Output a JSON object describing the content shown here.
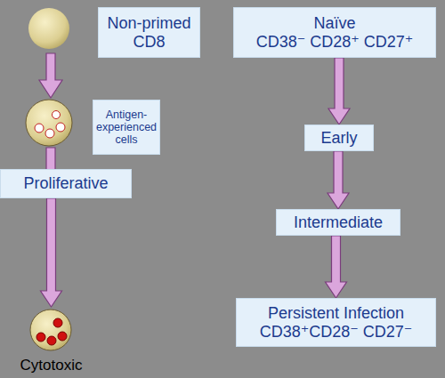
{
  "diagram": {
    "nodes": [
      {
        "text": [
          "Non-primed CD8"
        ]
      },
      {
        "text": [
          "Antigen-experienced cells"
        ]
      },
      {
        "text": [
          "Proliferative"
        ]
      },
      {
        "text": [
          "Cytotoxic"
        ]
      },
      {
        "text": [
          "Naïve",
          "CD38⁻ CD28⁺ CD27⁺"
        ]
      },
      {
        "text": [
          "Early"
        ]
      },
      {
        "text": [
          "Intermediate"
        ]
      },
      {
        "text": [
          "Persistent Infection",
          "CD38⁺CD28⁻ CD27⁻"
        ]
      }
    ],
    "edges": [
      {
        "from": 2,
        "to": 3,
        "arrow": "to"
      },
      {
        "from": 4,
        "to": 5,
        "arrow": "to"
      },
      {
        "from": 5,
        "to": 6,
        "arrow": "to"
      },
      {
        "from": 6,
        "to": 7,
        "arrow": "to"
      }
    ]
  }
}
